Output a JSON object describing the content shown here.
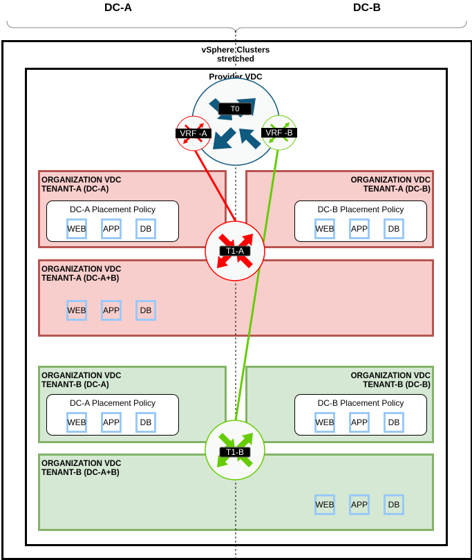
{
  "diagram": {
    "datacenters": [
      {
        "label": "DC-A"
      },
      {
        "label": "DC-B"
      }
    ],
    "cluster_title_line1": "vSphere Clusters",
    "cluster_title_line2": "stretched",
    "provider_vdc_title": "Provider VDC",
    "routers": {
      "t0": {
        "label": "T0",
        "color": "#10597f"
      },
      "vrf_a": {
        "label": "VRF -A",
        "color": "#ff0000"
      },
      "vrf_b": {
        "label": "VRF -B",
        "color": "#66cc00"
      },
      "t1_a": {
        "label": "T1-A",
        "color": "#ff0000"
      },
      "t1_b": {
        "label": "T1-B",
        "color": "#66cc00"
      }
    },
    "org_vdcs": [
      {
        "id": "tenant-a-dc-a",
        "line1": "ORGANIZATION VDC",
        "line2": "TENANT-A (DC-A)",
        "policy": "DC-A Placement Policy",
        "workloads": [
          "WEB",
          "APP",
          "DB"
        ]
      },
      {
        "id": "tenant-a-dc-b",
        "line1": "ORGANIZATION VDC",
        "line2": "TENANT-A (DC-B)",
        "policy": "DC-B Placement Policy",
        "workloads": [
          "WEB",
          "APP",
          "DB"
        ]
      },
      {
        "id": "tenant-a-dc-ab",
        "line1": "ORGANIZATION VDC",
        "line2": "TENANT-A (DC-A+B)",
        "workloads": [
          "WEB",
          "APP",
          "DB"
        ]
      },
      {
        "id": "tenant-b-dc-a",
        "line1": "ORGANIZATION VDC",
        "line2": "TENANT-B (DC-A)",
        "policy": "DC-A Placement Policy",
        "workloads": [
          "WEB",
          "APP",
          "DB"
        ]
      },
      {
        "id": "tenant-b-dc-b",
        "line1": "ORGANIZATION VDC",
        "line2": "TENANT-B (DC-B)",
        "policy": "DC-B Placement Policy",
        "workloads": [
          "WEB",
          "APP",
          "DB"
        ]
      },
      {
        "id": "tenant-b-dc-ab",
        "line1": "ORGANIZATION VDC",
        "line2": "TENANT-B (DC-A+B)",
        "workloads": [
          "WEB",
          "APP",
          "DB"
        ]
      }
    ],
    "colors": {
      "tenant_a_fill": "#f8cecc",
      "tenant_a_border": "#b85450",
      "tenant_b_fill": "#d5e8d4",
      "tenant_b_border": "#82b366",
      "workload_border": "#99c9f7"
    }
  }
}
